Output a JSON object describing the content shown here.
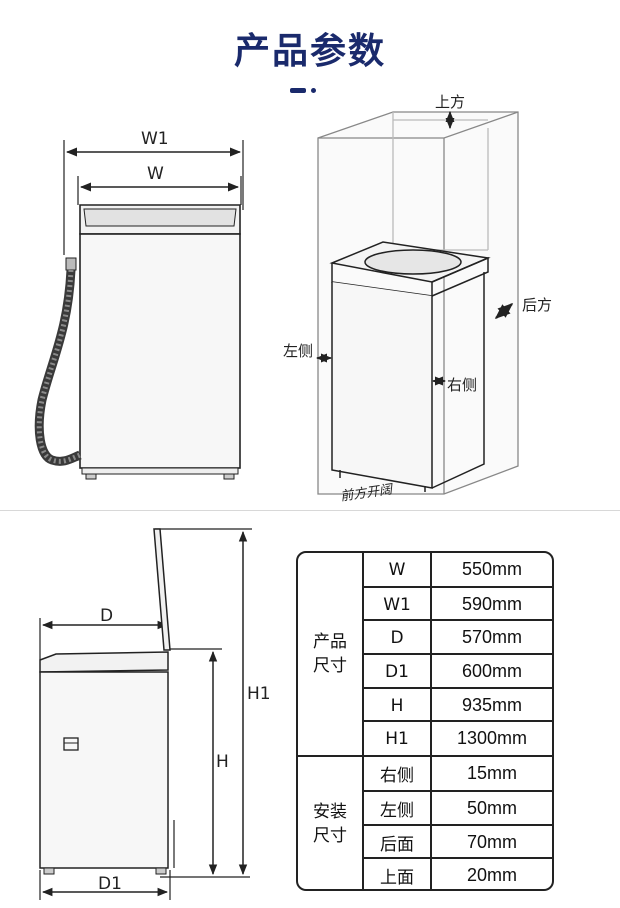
{
  "title": "产品参数",
  "front_view": {
    "w1_label": "W1",
    "w_label": "W"
  },
  "clearance_view": {
    "top_label": "上方",
    "back_label": "后方",
    "left_label": "左侧",
    "right_label": "右侧",
    "front_label": "前方开阔"
  },
  "side_view": {
    "d_label": "D",
    "d1_label": "D1",
    "h_label": "H",
    "h1_label": "H1"
  },
  "spec_table": {
    "groups": [
      {
        "name_line1": "产品",
        "name_line2": "尺寸",
        "rows": [
          {
            "key": "W",
            "value": "550mm"
          },
          {
            "key": "W1",
            "value": "590mm"
          },
          {
            "key": "D",
            "value": "570mm"
          },
          {
            "key": "D1",
            "value": "600mm"
          },
          {
            "key": "H",
            "value": "935mm"
          },
          {
            "key": "H1",
            "value": "1300mm"
          }
        ]
      },
      {
        "name_line1": "安装",
        "name_line2": "尺寸",
        "rows": [
          {
            "key": "右侧",
            "value": "15mm"
          },
          {
            "key": "左侧",
            "value": "50mm"
          },
          {
            "key": "后面",
            "value": "70mm"
          },
          {
            "key": "上面",
            "value": "20mm"
          }
        ]
      }
    ]
  },
  "colors": {
    "title": "#1a2a6c",
    "line": "#222222",
    "box": "#aaaaaa"
  }
}
